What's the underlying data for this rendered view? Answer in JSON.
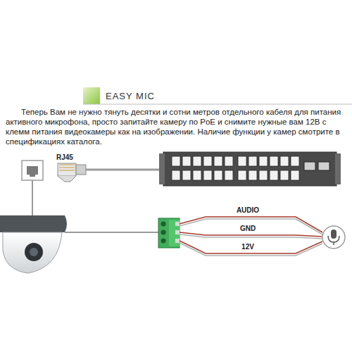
{
  "diagram": {
    "title": "EASY MIC",
    "labels": [
      "Теперь Вам не нужно тянуть десятки и сотни метров отдельного кабеля для питания активного микрофона, просто запитайте камеру по PoE и снимите нужные вам 12В с клемм питания видеокамеры как на изображении. Наличие функции у камер смотрите в спецификациях каталога.",
      "RJ45",
      "AUDIO",
      "GND",
      "12V"
    ]
  }
}
